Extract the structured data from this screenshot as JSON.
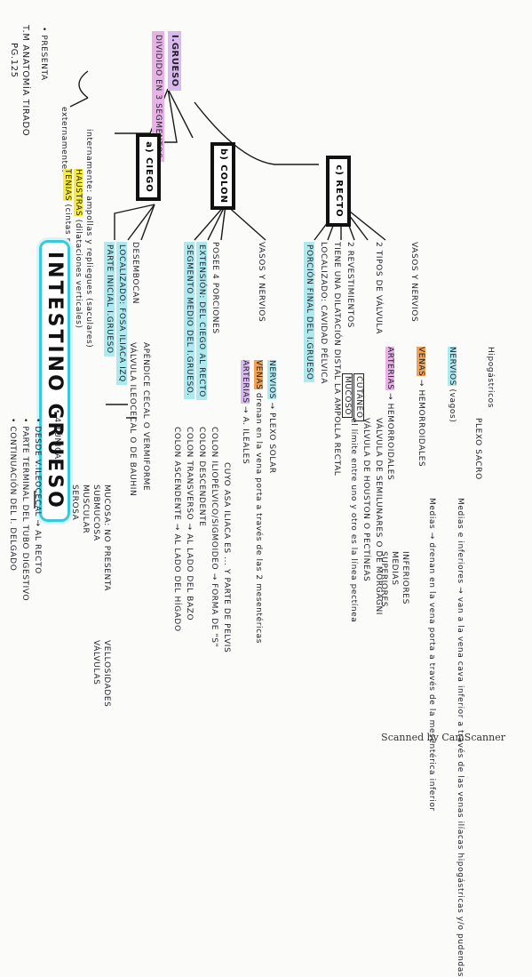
{
  "header": {
    "author": "T.M ANATOMÍA TIRADO",
    "page": "PG.125"
  },
  "title": "INTESTINO GRUESO",
  "division": {
    "heading": "I.GRUESO",
    "sub": "DIVIDIDO EN 3 SEGMENTOS"
  },
  "presenta": {
    "label": "• PRESENTA",
    "externamente": "externamente:",
    "tenias": "TENIAS",
    "tenias_desc": "(cintas musculares)",
    "haustras": "HAUSTRAS",
    "haustras_desc": "(dilataciones verticales)",
    "internamente": "internamente: ampollas y repliegues (saculares)"
  },
  "segments": {
    "ciego": "a) CIEGO",
    "colon": "b) COLON",
    "recto": "c) RECTO"
  },
  "ciego": {
    "lines": [
      "PARTE INICIAL I.GRUESO",
      "LOCALIZADO: FOSA ILIACA IZQ",
      "DESEMBOCAN"
    ],
    "desembocan": [
      "VÁLVULA ILEOCECAL O DE BAUHIN",
      "APÉNDICE CECAL O VERMIFORME"
    ]
  },
  "colon": {
    "lines": [
      "SEGMENTO MEDIO DEL I.GRUESO.",
      "EXTENSIÓN: DEL CIEGO AL RECTO",
      "POSEE 4 PORCIONES"
    ],
    "porciones": [
      "COLON ASCENDENTE → AL LADO DEL HÍGADO",
      "COLON TRANSVERSO → AL LADO DEL BAZO",
      "COLON DESCENDENTE",
      "COLON ILIOPÉLVICO/SIGMOIDEO → FORMA DE \"S\"",
      "CUYO ASA ILIACA ES ... Y PARTE DE PELVIS"
    ],
    "vasos": "VASOS Y NERVIOS",
    "arterias": "ARTERIAS",
    "arterias_desc": "A. ILEALES",
    "venas": "VENAS",
    "venas_desc": "drenan en la vena porta a través de las 2 mesentéricas",
    "nervios": "NERVIOS",
    "nervios_desc": "PLEXO SOLAR"
  },
  "recto": {
    "lines": [
      "PORCIÓN FINAL DEL I.GRUESO",
      "LOCALIZADO: CAVIDAD PÉLVICA",
      "TIENE UNA DILATACIÓN DISTAL LA AMPOLLA RECTAL",
      "2 REVESTIMIENTOS",
      "2 TIPOS DE VÁLVULA"
    ],
    "revestimientos": [
      "MUCOSO",
      "CUTÁNEO"
    ],
    "revest_desc": "el límite entre uno y otro es la línea pectínea",
    "valvulas": [
      "VÁLVULA DE HOUSTON O PECTÍNEAS",
      "VÁLVULA DE SEMILUNARES O DE MORGAGNI"
    ],
    "vasos": "VASOS Y NERVIOS",
    "arterias": "ARTERIAS",
    "arterias_desc": "HEMORROIDALES",
    "arterias_sub": [
      "SUPERIORES",
      "MEDIAS",
      "INFERIORES"
    ],
    "venas": "VENAS",
    "venas_desc": "HEMORROIDALES",
    "venas_sub_a": "Medias → drenan en la vena porta a través de la mesentérica inferior",
    "venas_sub_b": "Medias e inferiores → van a la vena cava inferior a través de las venas ilíacas hipogástricas y/o pudendas",
    "nervios": "NERVIOS",
    "nervios_desc": "(vagos)",
    "nervios_sub": "Hipogástricos",
    "nervios_plexo": "PLEXO SACRO"
  },
  "continuacion": {
    "items": [
      "• CONTINUACIÓN DEL I. DELGADO",
      "• PARTE TERMINAL DEL TUBO DIGESTIVO",
      "• DESDE V.ILEOCECAL → AL RECTO"
    ],
    "tunicas": "• 4 TÚNICAS",
    "tunicas_list": [
      "SEROSA",
      "MUSCULAR",
      "SUBMUCOSA",
      "MUCOSA: NO PRESENTA"
    ],
    "mucosa_no": [
      "VÁLVULAS",
      "VELLOSIDADES"
    ]
  },
  "footer": "Scanned by CamScanner"
}
